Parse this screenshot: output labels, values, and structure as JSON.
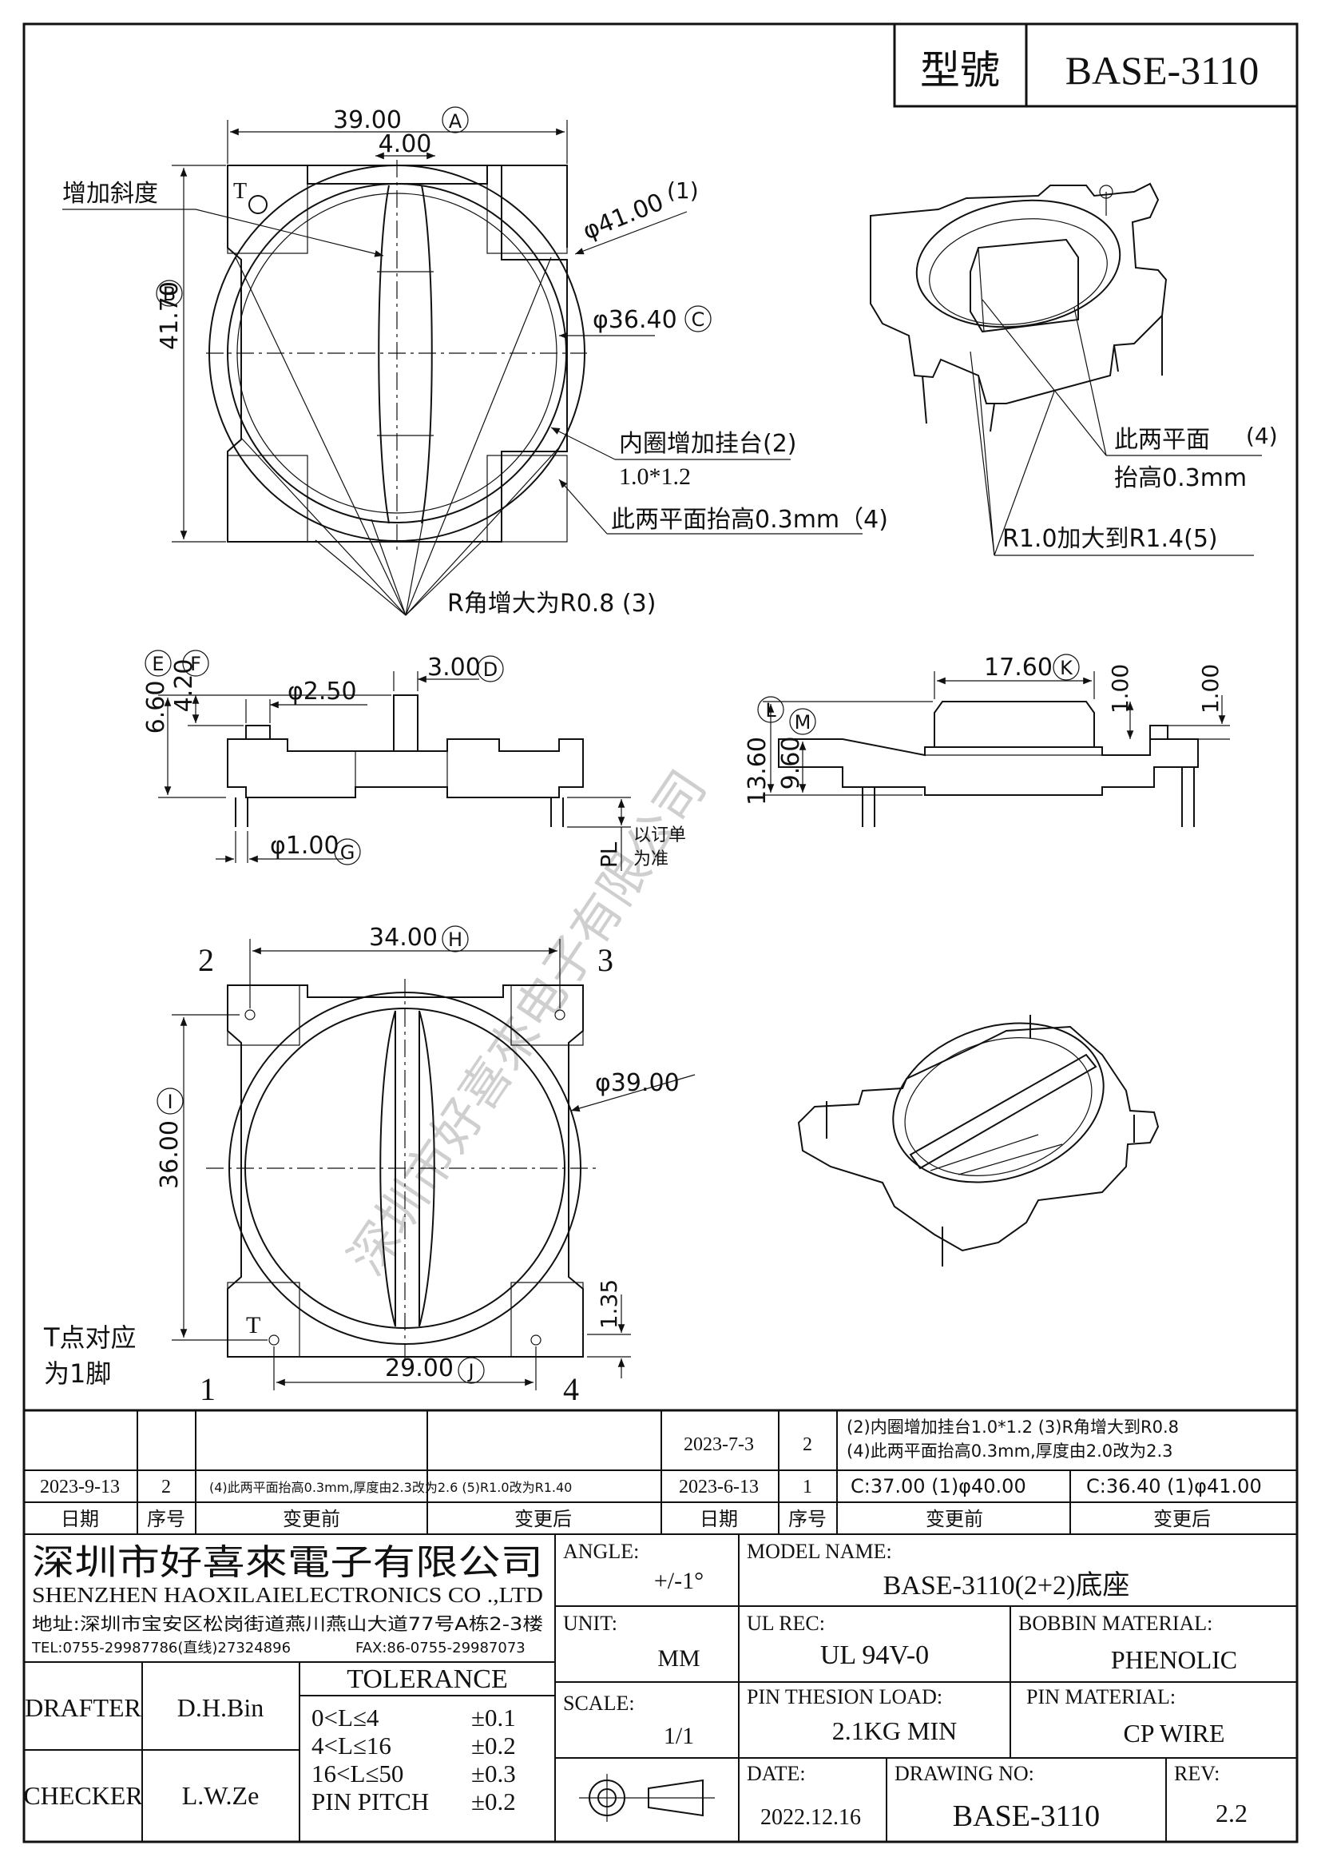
{
  "header": {
    "model_label": "型號",
    "model_value": "BASE-3110"
  },
  "top_view": {
    "dim_width": "39.00",
    "tag_width": "A",
    "dim_slot": "4.00",
    "dim_height": "41.70",
    "tag_height": "B",
    "dim_outer_dia": "φ41.00",
    "note_outer_dia": "(1)",
    "dim_inner_dia": "φ36.40",
    "tag_inner_dia": "C",
    "t_mark": "T",
    "note_slope": "增加斜度",
    "note_ledge": "内圈增加挂台(2)",
    "note_ledge_size": "1.0*1.2",
    "note_raise": "此两平面抬高0.3mm（4)",
    "note_r_corner": "R角增大为R0.8 (3)"
  },
  "iso_top": {
    "note_raise_1": "此两平面",
    "note_raise_num": "(4)",
    "note_raise_2": "抬高0.3mm",
    "note_radius": "R1.0加大到R1.4(5)"
  },
  "front_view": {
    "dim_e": "6.60",
    "tag_e": "E",
    "dim_f": "4.20",
    "tag_f": "F",
    "dim_pin": "φ2.50",
    "dim_d": "3.00",
    "tag_d": "D",
    "dim_g": "φ1.00",
    "tag_g": "G",
    "pl_label": "PL",
    "pl_note_1": "以订单",
    "pl_note_2": "为准"
  },
  "side_view": {
    "dim_k": "17.60",
    "tag_k": "K",
    "dim_step_1": "1.00",
    "dim_step_2": "1.00",
    "dim_l": "13.60",
    "tag_l": "L",
    "dim_m": "9.60",
    "tag_m": "M"
  },
  "bottom_view": {
    "dim_h": "34.00",
    "tag_h": "H",
    "dim_i": "36.00",
    "tag_i": "I",
    "dim_dia": "φ39.00",
    "dim_135": "1.35",
    "dim_j": "29.00",
    "tag_j": "J",
    "pin_1": "1",
    "pin_2": "2",
    "pin_3": "3",
    "pin_4": "4",
    "t_mark": "T",
    "note_t_1": "T点对应",
    "note_t_2": "为1脚"
  },
  "watermark": "深圳市好喜來电子有限公司",
  "revisions": {
    "rows": [
      {
        "date": "",
        "seq": "",
        "before": "",
        "after": "",
        "date2": "2023-7-3",
        "seq2": "2",
        "before2": "(2)内圈增加挂台1.0*1.2    (3)R角增大到R0.8",
        "before2b": "(4)此两平面抬高0.3mm,厚度由2.0改为2.3",
        "after2": ""
      },
      {
        "date": "2023-9-13",
        "seq": "2",
        "before": "(4)此两平面抬高0.3mm,厚度由2.3改为2.6  (5)R1.0改为R1.40",
        "after": "",
        "date2": "2023-6-13",
        "seq2": "1",
        "before2": "C:37.00  (1)φ40.00",
        "before2b": "",
        "after2": "C:36.40  (1)φ41.00"
      }
    ],
    "headers": {
      "date": "日期",
      "seq": "序号",
      "before": "变更前",
      "after": "变更后"
    }
  },
  "company": {
    "name_cn": "深圳市好喜來電子有限公司",
    "name_en": "SHENZHEN HAOXILAIELECTRONICS CO .,LTD",
    "address": "地址:深圳市宝安区松岗街道燕川燕山大道77号A栋2-3楼",
    "tel": "TEL:0755-29987786(直线)27324896",
    "fax": "FAX:86-0755-29987073"
  },
  "title_block": {
    "angle_label": "ANGLE:",
    "angle_value": "+/-1°",
    "model_name_label": "MODEL NAME:",
    "model_name_value": "BASE-3110(2+2)底座",
    "unit_label": "UNIT:",
    "unit_value": "MM",
    "ul_label": "UL REC:",
    "ul_value": "UL 94V-0",
    "bobbin_label": "BOBBIN MATERIAL:",
    "bobbin_value": "PHENOLIC",
    "drafter_label": "DRAFTER",
    "drafter_value": "D.H.Bin",
    "checker_label": "CHECKER",
    "checker_value": "L.W.Ze",
    "tolerance_label": "TOLERANCE",
    "tol_rows": [
      {
        "range": "0<L≤4",
        "value": "±0.1"
      },
      {
        "range": "4<L≤16",
        "value": "±0.2"
      },
      {
        "range": "16<L≤50",
        "value": "±0.3"
      },
      {
        "range": "PIN PITCH",
        "value": "±0.2"
      }
    ],
    "scale_label": "SCALE:",
    "scale_value": "1/1",
    "pin_load_label": "PIN THESION LOAD:",
    "pin_load_value": "2.1KG MIN",
    "pin_material_label": "PIN MATERIAL:",
    "pin_material_value": "CP  WIRE",
    "date_label": "DATE:",
    "date_value": "2022.12.16",
    "drawing_no_label": "DRAWING NO:",
    "drawing_no_value": "BASE-3110",
    "rev_label": "REV:",
    "rev_value": "2.2"
  }
}
